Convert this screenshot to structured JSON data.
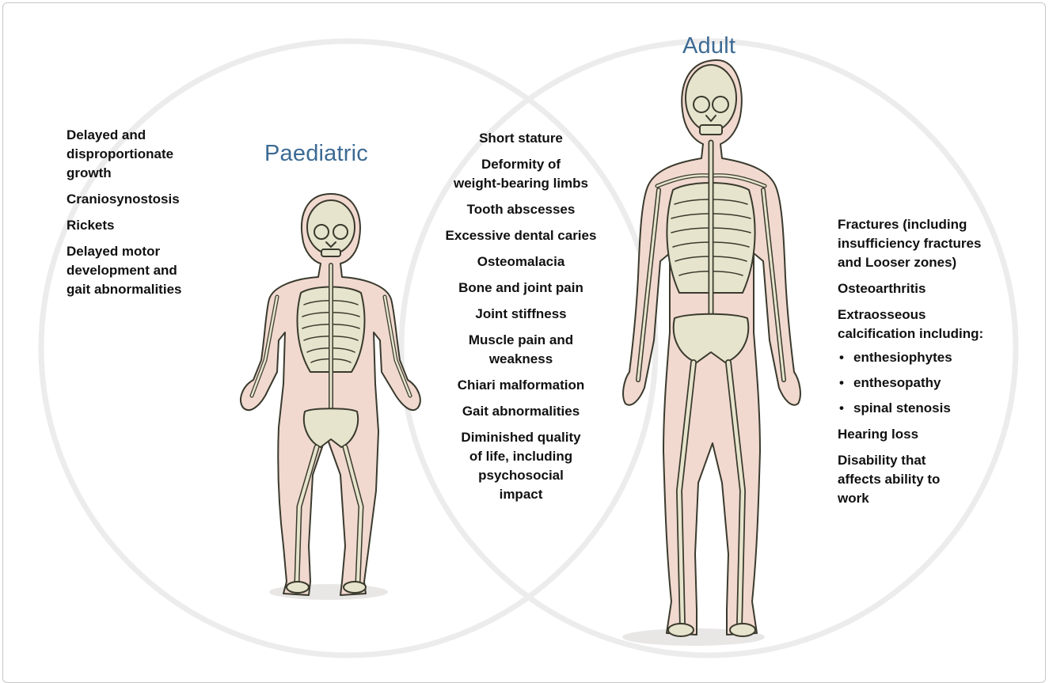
{
  "headings": {
    "paediatric": "Paediatric",
    "adult": "Adult"
  },
  "paediatric_items": [
    "Delayed and\ndisproportionate\ngrowth",
    "Craniosynostosis",
    "Rickets",
    "Delayed motor\ndevelopment and\ngait abnormalities"
  ],
  "shared_items": [
    "Short stature",
    "Deformity of\nweight-bearing limbs",
    "Tooth abscesses",
    "Excessive dental caries",
    "Osteomalacia",
    "Bone and joint pain",
    "Joint stiffness",
    "Muscle pain and\nweakness",
    "Chiari malformation",
    "Gait abnormalities",
    "Diminished quality\nof life, including\npsychosocial\nimpact"
  ],
  "adult_items": {
    "fractures": "Fractures (including\ninsufficiency fractures\nand Looser zones)",
    "osteoarthritis": "Osteoarthritis",
    "calcification": "Extraosseous\ncalcification including:",
    "calcification_sub": [
      "enthesiophytes",
      "enthesopathy",
      "spinal stenosis"
    ],
    "hearing": "Hearing loss",
    "disability": "Disability that\naffects ability to\nwork"
  },
  "colors": {
    "heading": "#3d6b94",
    "skin": "#f1d9cf",
    "bone": "#e6e4cc",
    "bone_outline": "#3a3a2e",
    "circle": "#eeeeee"
  }
}
